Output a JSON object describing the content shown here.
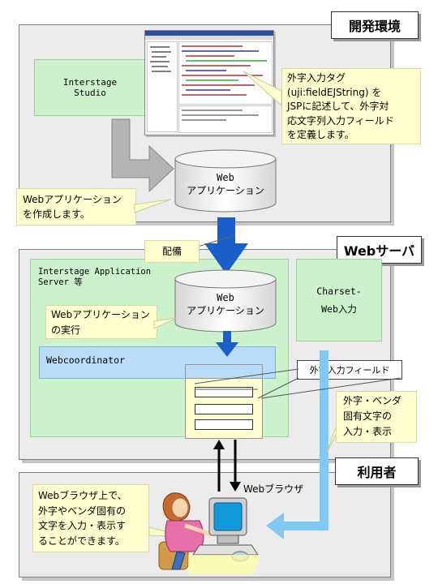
{
  "sections": {
    "dev_env": "開発環境",
    "web_server": "Webサーバ",
    "user": "利用者"
  },
  "dev": {
    "studio_line1": "Interstage",
    "studio_line2": "Studio",
    "callout": "外字入力タグ\n(uji:fieldEJString) を\nJSPに記述して、外字対\n応文字列入力フィールド\nを定義します。",
    "create_note": "Webアプリケーション\nを作成します。",
    "cylinder_line1": "Web",
    "cylinder_line2": "アプリケーション"
  },
  "deploy_label": "配備",
  "server": {
    "ias_label": "Interstage Application\nServer 等",
    "cylinder_line1": "Web",
    "cylinder_line2": "アプリケーション",
    "exec_note": "Webアプリケーション\nの実行",
    "webcoordinator": "Webcoordinator",
    "charset_line1": "Charset-",
    "charset_line2": "Web入力",
    "field_label": "外字入力フィールド",
    "vendor_note": "外字・ベンダ\n固有文字の\n入力・表示"
  },
  "client": {
    "browser_label": "Webブラウザ",
    "note": "Webブラウザ上で、\n外字やベンダ固有の\n文字を入力・表示す\nることができます。"
  },
  "colors": {
    "panel": "#ececec",
    "green": "#ccf2cc",
    "note": "#ffffd0",
    "blue_arrow": "#1a5fc8",
    "light_blue": "#82c8f5",
    "coordinator": "#b9dcf8"
  }
}
